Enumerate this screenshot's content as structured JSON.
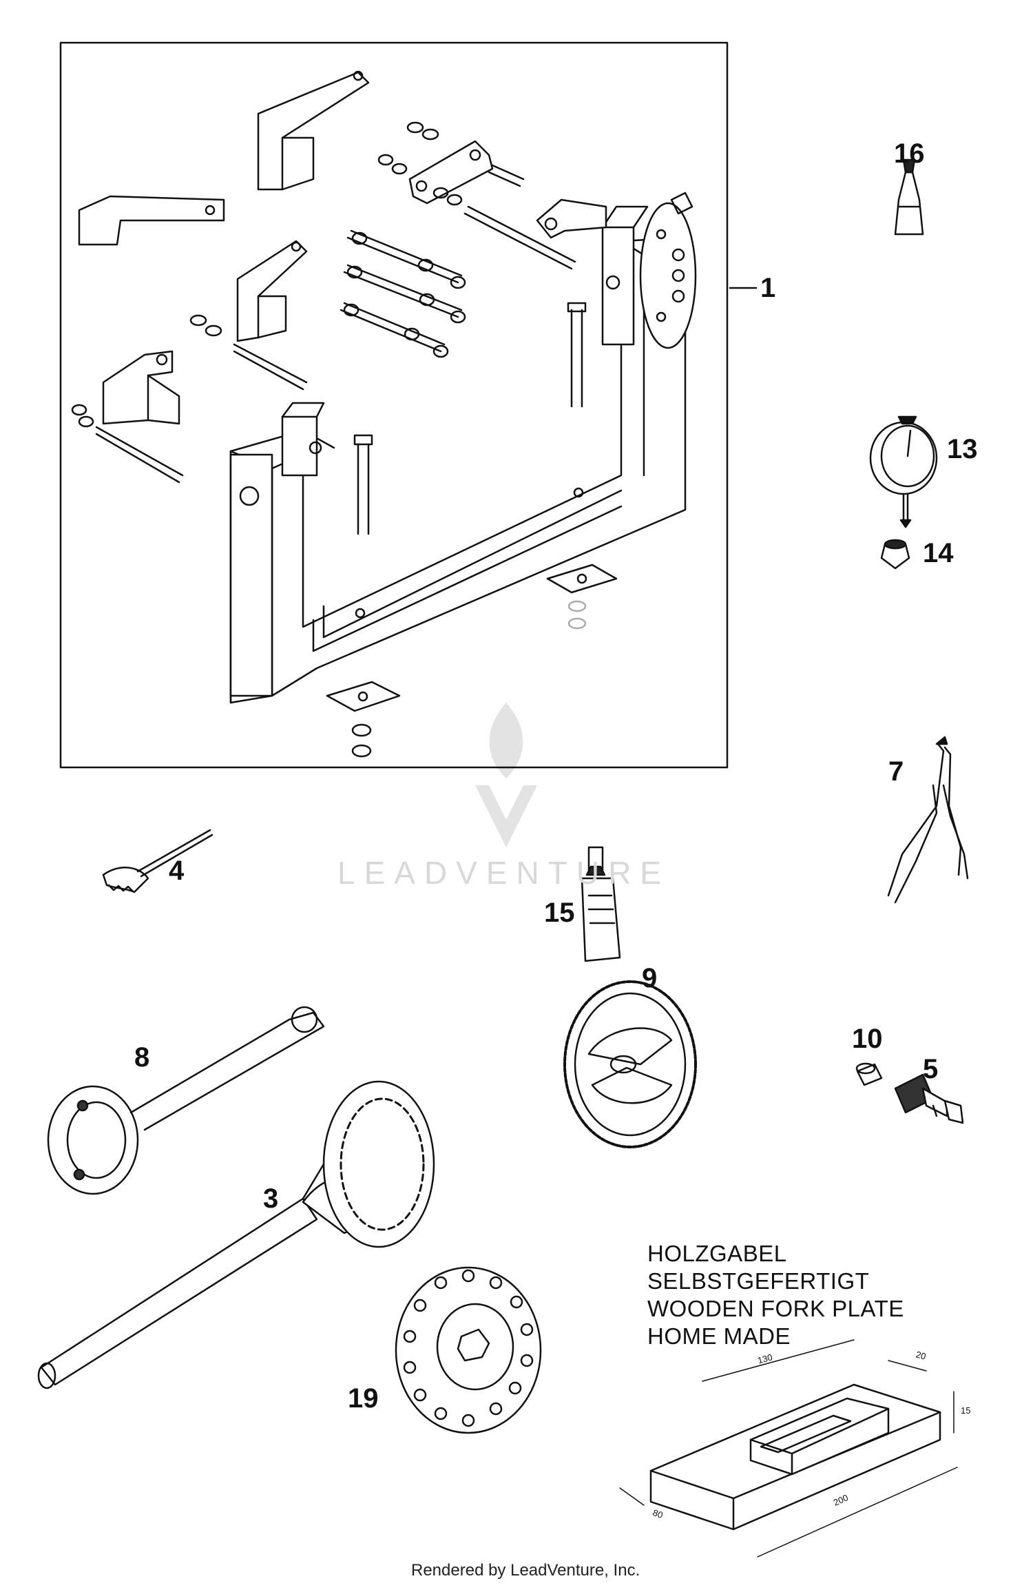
{
  "callouts": {
    "c1": "1",
    "c3": "3",
    "c4": "4",
    "c5": "5",
    "c7": "7",
    "c8": "8",
    "c9": "9",
    "c10": "10",
    "c13": "13",
    "c14": "14",
    "c15": "15",
    "c16": "16",
    "c19": "19"
  },
  "note": {
    "line1": "HOLZGABEL",
    "line2": "SELBSTGEFERTIGT",
    "line3": "WOODEN FORK PLATE",
    "line4": "HOME MADE"
  },
  "dimensions": {
    "d130": "130",
    "d20": "20",
    "d15": "15",
    "d200": "200",
    "d80": "80"
  },
  "watermark": "LEADVENTURE",
  "footer": "Rendered by LeadVenture, Inc."
}
